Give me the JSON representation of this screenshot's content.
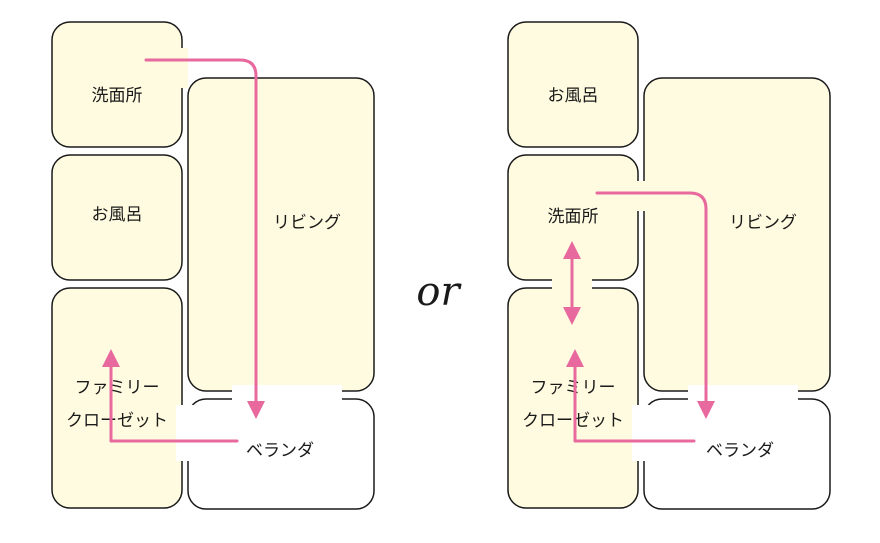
{
  "colors": {
    "room_fill": "#fffbe0",
    "room_stroke": "#1a1a1a",
    "route": "#e8699e",
    "veranda_fill": "#ffffff"
  },
  "separator": "or",
  "plans": [
    {
      "rooms": {
        "washroom": "洗面所",
        "bath": "お風呂",
        "living": "リビング",
        "closet_line1": "ファミリー",
        "closet_line2": "クローゼット",
        "veranda": "ベランダ"
      }
    },
    {
      "rooms": {
        "washroom": "洗面所",
        "bath": "お風呂",
        "living": "リビング",
        "closet_line1": "ファミリー",
        "closet_line2": "クローゼット",
        "veranda": "ベランダ"
      }
    }
  ]
}
